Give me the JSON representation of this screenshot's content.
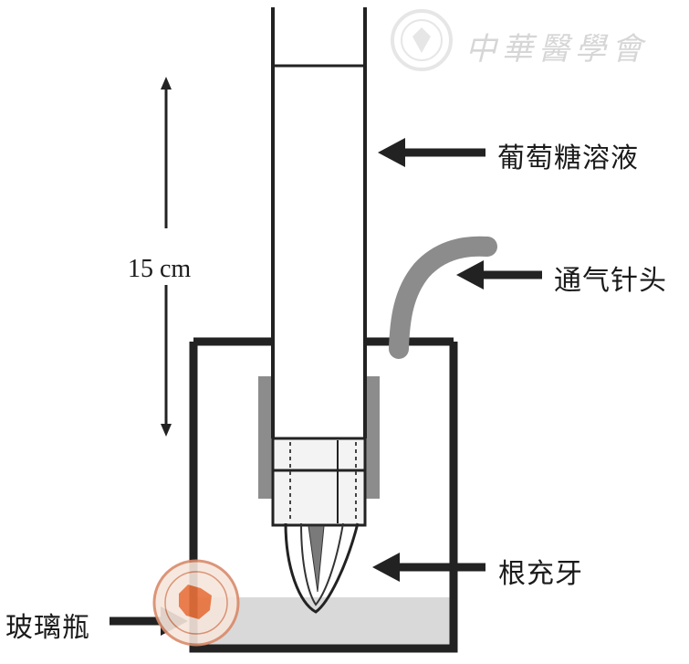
{
  "labels": {
    "glucose_solution": "葡萄糖溶液",
    "vent_needle": "通气针头",
    "root_tooth": "根充牙",
    "glass_bottle": "玻璃瓶",
    "length": "15 cm"
  },
  "watermark": {
    "text": "中華醫學會"
  },
  "colors": {
    "ink": "#222222",
    "gray_part": "#8c8c8c",
    "liquid": "#d9d9d9",
    "watermark": "#d6d6d6",
    "seal_orange": "#e8703a"
  }
}
